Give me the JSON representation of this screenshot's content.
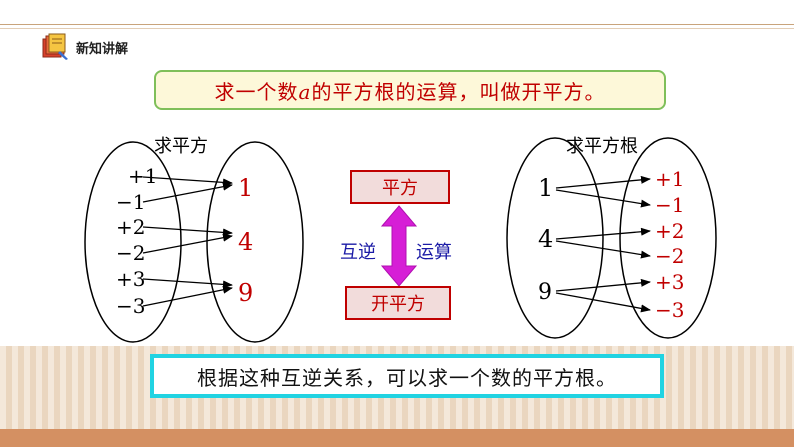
{
  "header": {
    "section_label": "新知讲解",
    "icon": "book-icon"
  },
  "definition": {
    "prefix": "求一个数",
    "variable": "a",
    "suffix": "的平方根的运算，叫做开平方。"
  },
  "left_diagram": {
    "title": "求平方",
    "inputs": [
      "+1",
      "−1",
      "+2",
      "−2",
      "+3",
      "−3"
    ],
    "outputs": [
      "1",
      "4",
      "9"
    ]
  },
  "middle": {
    "top_box": "平方",
    "bottom_box": "开平方",
    "left_label": "互逆",
    "right_label": "运算"
  },
  "right_diagram": {
    "title": "求平方根",
    "inputs": [
      "1",
      "4",
      "9"
    ],
    "outputs": [
      "+1",
      "−1",
      "+2",
      "−2",
      "+3",
      "−3"
    ]
  },
  "summary": "根据这种互逆关系，可以求一个数的平方根。",
  "colors": {
    "red": "#c00000",
    "black": "#000000",
    "magenta_arrow": "#d61ed6",
    "blue_label": "#1a1aa6",
    "cyan_border": "#21d3e2",
    "green_border": "#7fbf5a"
  }
}
